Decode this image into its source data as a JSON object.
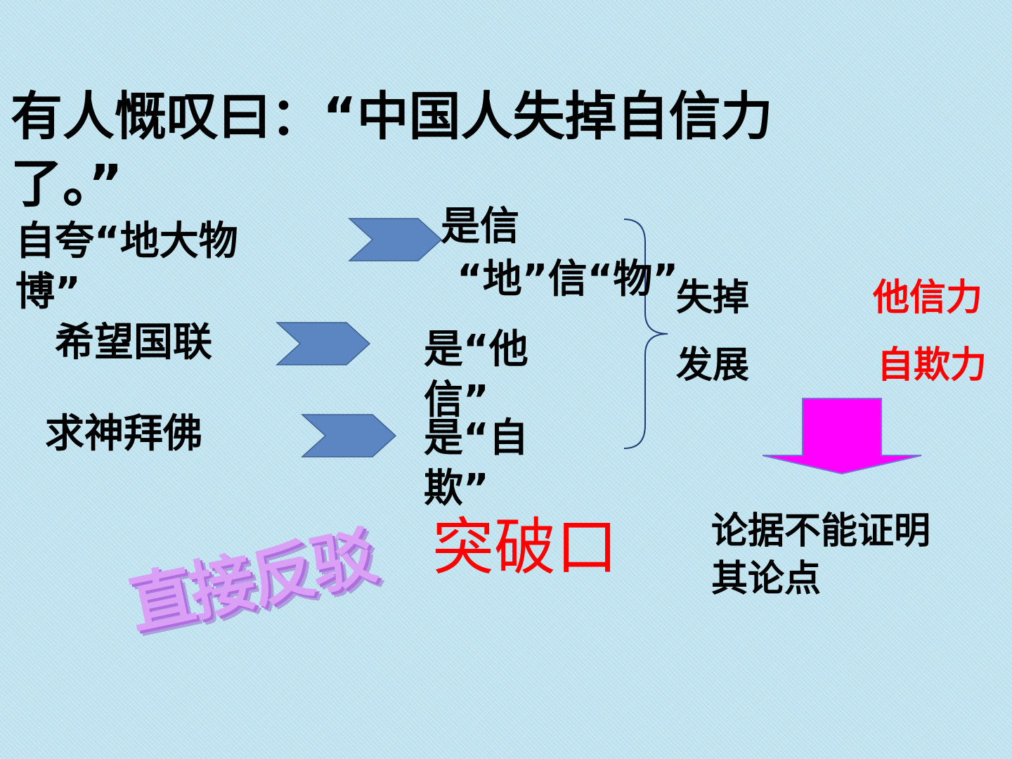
{
  "title": "有人慨叹曰：“中国人失掉自信力了。”",
  "arguments": [
    {
      "text": "自夸“地大物博”"
    },
    {
      "text": "希望国联"
    },
    {
      "text": "求神拜佛"
    }
  ],
  "judgments": [
    {
      "line1": "是信",
      "line2": "“地”信“物”"
    },
    {
      "text": "是“他信”"
    },
    {
      "text": "是“自欺”"
    }
  ],
  "results": [
    {
      "label": "失掉",
      "value": "他信力"
    },
    {
      "label": "发展",
      "value": "自欺力"
    }
  ],
  "breakthrough": "突破口",
  "conclusion": "论据不能证明其论点",
  "wordart": "直接反驳",
  "colors": {
    "arrow_fill": "#5b86c1",
    "arrow_stroke": "#3c5f8f",
    "down_arrow_fill": "#ff00ff",
    "emphasis": "#ff0000",
    "wordart": "#d9a0f5"
  }
}
